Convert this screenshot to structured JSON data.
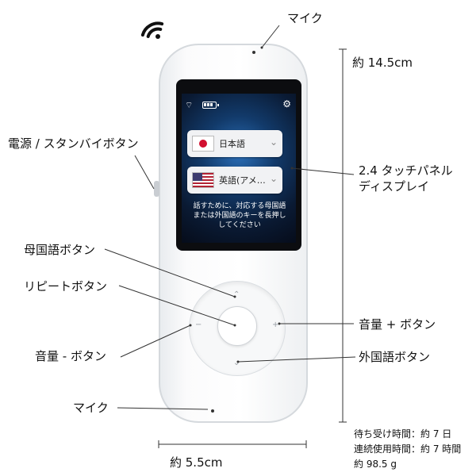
{
  "labels": {
    "mic_top": "マイク",
    "length": "約 14.5cm",
    "power": "電源 / スタンバイボタン",
    "display_line1": "2.4 タッチパネル",
    "display_line2": "ディスプレイ",
    "native_button": "母国語ボタン",
    "repeat_button": "リピートボタン",
    "volume_up": "音量 + ボタン",
    "volume_down": "音量 - ボタン",
    "foreign_button": "外国語ボタン",
    "mic_bottom": "マイク",
    "width": "約 5.5cm"
  },
  "specs": {
    "standby": "待ち受け時間：約 7 日",
    "continuous": "連続使用時間：約 7 時間",
    "weight": "約 98.5 g"
  },
  "screen": {
    "lang1": "日本語",
    "lang2": "英語(アメ…",
    "hint": "話すために、対応する母国語または外国語のキーを長押ししてください"
  },
  "icons": {
    "wifi": "wifi-icon",
    "battery": "battery-icon",
    "settings": "gear-icon",
    "dropdown": "chevron-down-icon"
  },
  "colors": {
    "device_body": "#ffffff",
    "screen_bg": "#123a6a",
    "jp_red": "#d10f2f"
  }
}
